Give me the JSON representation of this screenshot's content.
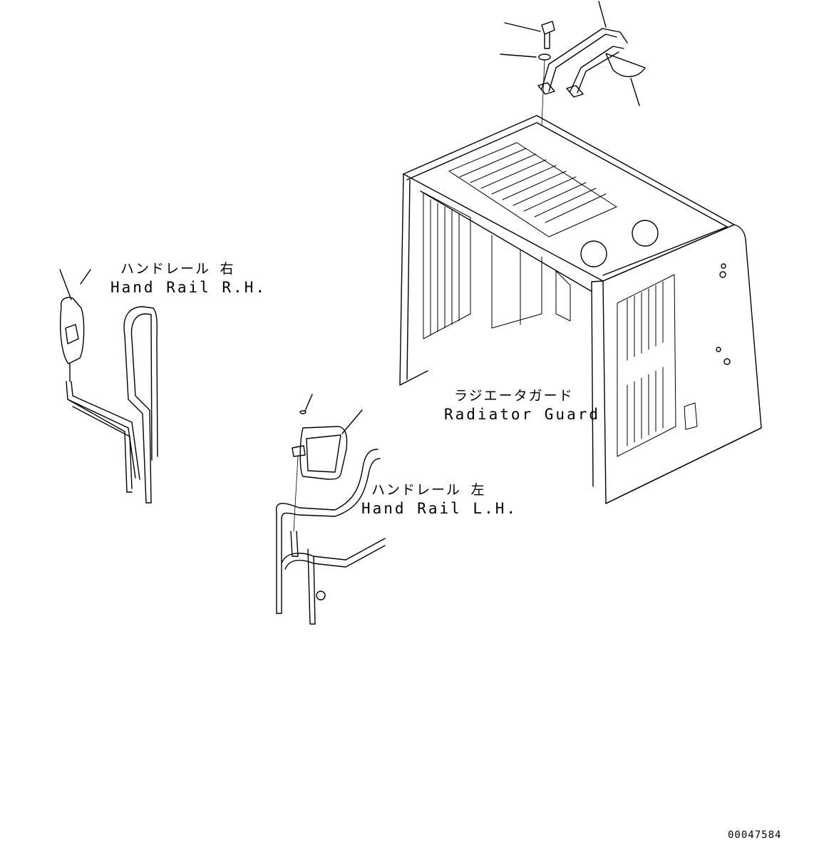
{
  "labels": {
    "handrail_rh": {
      "jp": "ハンドレール 右",
      "en": "Hand Rail R.H."
    },
    "handrail_lh": {
      "jp": "ハンドレール 左",
      "en": "Hand Rail L.H."
    },
    "radiator_guard": {
      "jp": "ラジエータガード",
      "en": "Radiator Guard"
    }
  },
  "drawing_number": "00047584",
  "colors": {
    "line": "#000000",
    "background": "#ffffff"
  }
}
